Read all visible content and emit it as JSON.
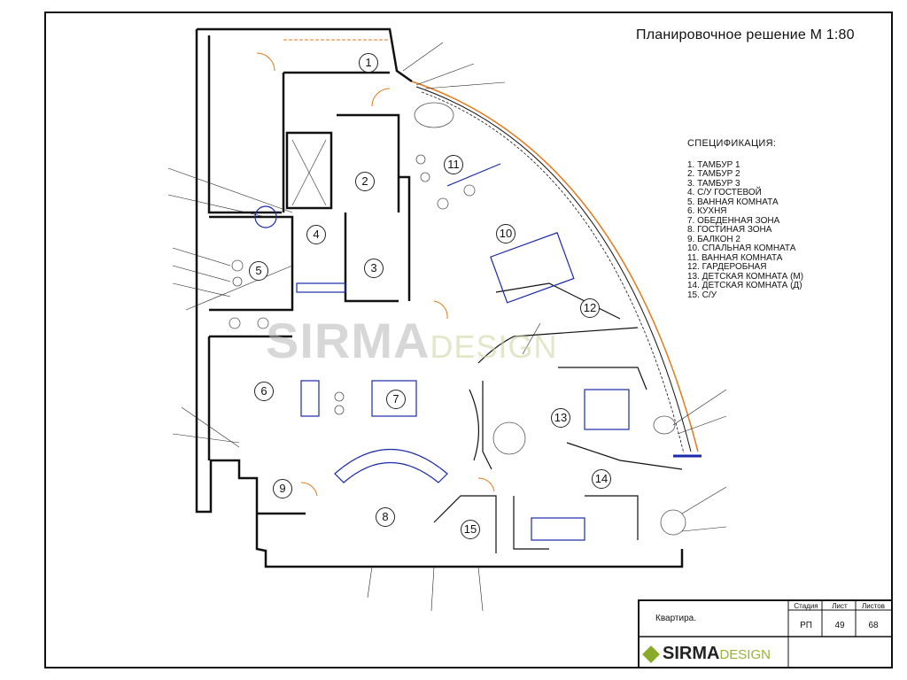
{
  "title": "Планировочное решение  М 1:80",
  "spec": {
    "heading": "СПЕЦИФИКАЦИЯ:",
    "items": [
      "1. ТАМБУР 1",
      "2. ТАМБУР 2",
      "3. ТАМБУР 3",
      "4. С/У ГОСТЕВОЙ",
      "5. ВАННАЯ КОМНАТА",
      "6. КУХНЯ",
      "7. ОБЕДЕННАЯ ЗОНА",
      "8. ГОСТИНАЯ ЗОНА",
      "9. БАЛКОН 2",
      "10. СПАЛЬНАЯ КОМНАТА",
      "11. ВАННАЯ КОМНАТА",
      "12. ГАРДЕРОБНАЯ",
      "13. ДЕТСКАЯ КОМНАТА (М)",
      "14. ДЕТСКАЯ КОМНАТА (Д)",
      "15. С/У"
    ]
  },
  "rooms": [
    "1",
    "2",
    "3",
    "4",
    "5",
    "6",
    "7",
    "8",
    "9",
    "10",
    "11",
    "12",
    "13",
    "14",
    "15"
  ],
  "watermark": {
    "brand": "SIRMA",
    "suffix": "DESIGN"
  },
  "stamp": {
    "project": "Квартира.",
    "headers": [
      "Стадия",
      "Лист",
      "Листов"
    ],
    "values": [
      "РП",
      "49",
      "68"
    ],
    "logo_brand": "SIRMA",
    "logo_suffix": "DESIGN"
  },
  "colors": {
    "wall": "#111111",
    "accent_orange": "#e07a1a",
    "furniture_blue": "#1a2aa8",
    "watermark_green": "#9ab330"
  }
}
